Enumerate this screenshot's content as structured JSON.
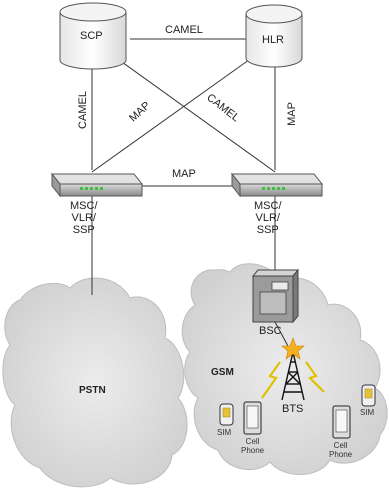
{
  "nodes": {
    "scp": "SCP",
    "hlr": "HLR",
    "msc_left": "MSC/\nVLR/\nSSP",
    "msc_right": "MSC/\nVLR/\nSSP",
    "bsc": "BSC",
    "bts": "BTS",
    "pstn": "PSTN",
    "gsm": "GSM",
    "sim_left": "SIM",
    "sim_right": "SIM",
    "phone_left": "Cell\nPhone",
    "phone_right": "Cell\nPhone"
  },
  "links": {
    "scp_hlr": "CAMEL",
    "scp_msc_left": "CAMEL",
    "hlr_msc_right": "MAP",
    "msc_msc": "MAP",
    "diag_hlr_msc_left": "MAP",
    "diag_scp_msc_right": "CAMEL"
  }
}
